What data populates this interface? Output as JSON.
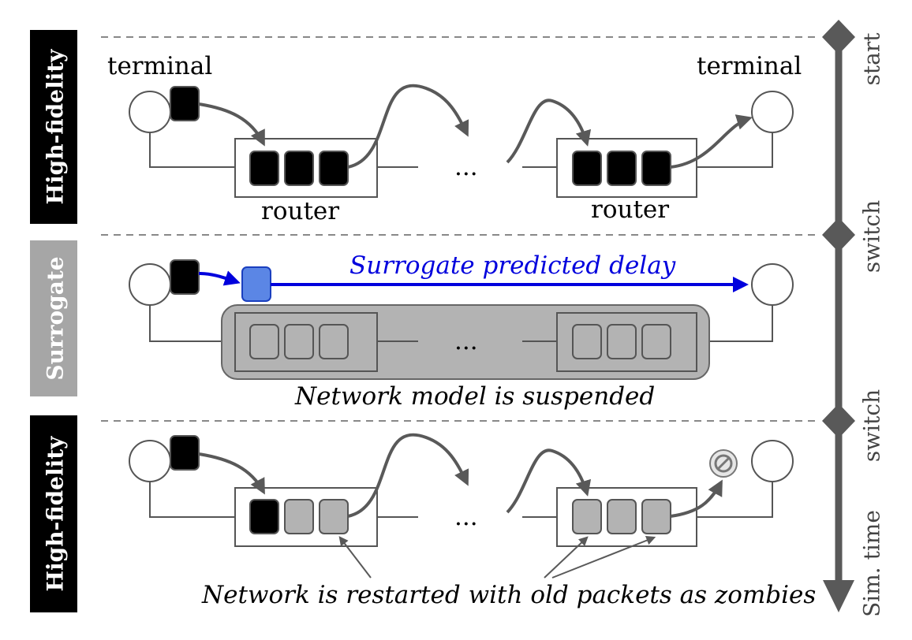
{
  "phases": [
    {
      "label": "High-fidelity",
      "color": "#000000"
    },
    {
      "label": "Surrogate",
      "color": "#a6a6a6"
    },
    {
      "label": "High-fidelity",
      "color": "#000000"
    }
  ],
  "timeline": {
    "markers": [
      "start",
      "switch",
      "switch"
    ],
    "axis_label": "Sim. time"
  },
  "labels": {
    "terminal_left": "terminal",
    "terminal_right": "terminal",
    "router_left": "router",
    "router_right": "router",
    "ellipsis": "...",
    "surrogate_delay": "Surrogate predicted delay",
    "suspended": "Network model is suspended",
    "restarted": "Network is restarted with old packets as zombies"
  },
  "colors": {
    "packet_active": "#000000",
    "packet_zombie": "#b3b3b3",
    "packet_surrogate": "#5b86e5",
    "surrogate_arrow": "#0000dd",
    "suspended_fill": "#b3b3b3",
    "timeline": "#595959",
    "arrow": "#595959"
  },
  "icons": {
    "drop": "no-entry-icon"
  }
}
